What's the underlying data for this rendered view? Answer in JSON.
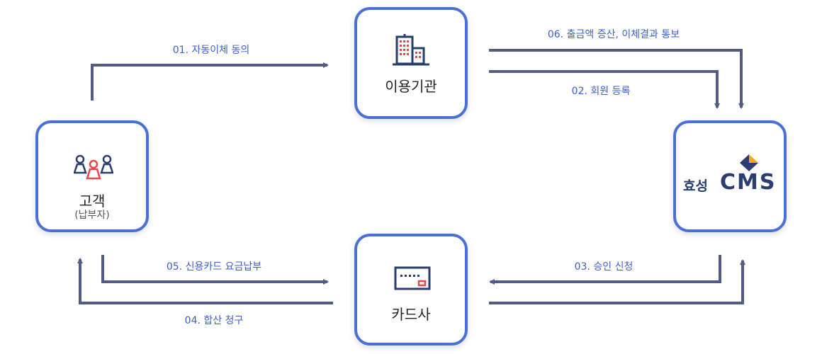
{
  "nodes": {
    "institution": {
      "title": "이용기관",
      "icon": "building-icon"
    },
    "customer": {
      "title": "고객",
      "subtitle": "(납부자)",
      "icon": "people-icon"
    },
    "card_company": {
      "title": "카드사",
      "icon": "card-reader-icon"
    },
    "cms": {
      "logo_korean": "효성",
      "logo_english": "CMS",
      "icon": "diamond-logo-icon"
    }
  },
  "steps": {
    "s01": "01. 자동이체 동의",
    "s02": "02. 회원 등록",
    "s03": "03. 승인 신청",
    "s04": "04. 합산 청구",
    "s05": "05. 신용카드 요금납부",
    "s06": "06. 출금액 증산, 이체결과 통보"
  },
  "colors": {
    "node_border": "#4a6fd6",
    "arrow": "#525c85",
    "label": "#3c5fcf",
    "icon_red": "#e8474b",
    "icon_blue": "#2a3d6e"
  }
}
